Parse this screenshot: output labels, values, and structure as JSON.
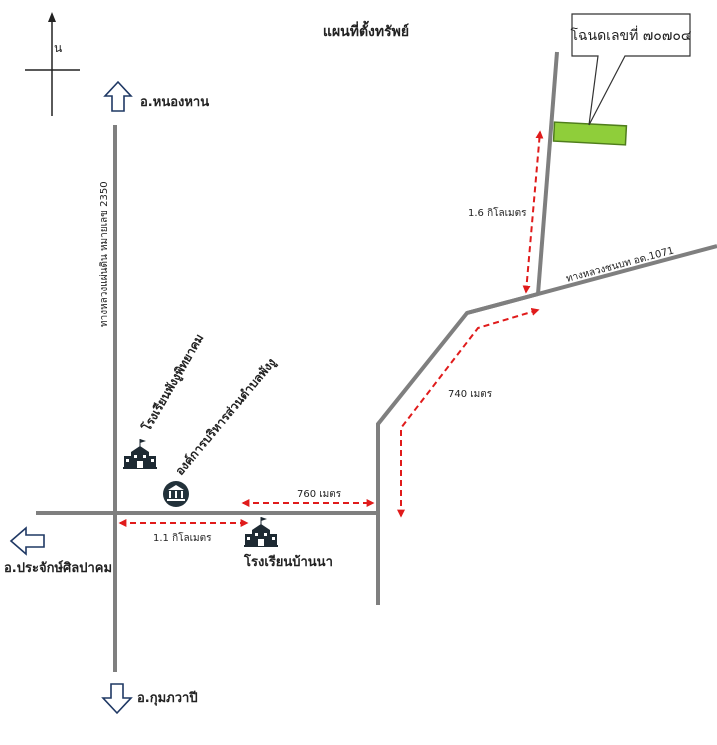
{
  "title": "แผนที่ตั้งทรัพย์",
  "deed_label": "โฉนดเลขที่ ๗๐๗๐๔",
  "compass_letter": "น",
  "directions": {
    "north": "อ.หนองหาน",
    "west": "อ.ประจักษ์ศิลปาคม",
    "south": "อ.กุมภวาปี"
  },
  "roads": {
    "highway_2350": "ทางหลวงแผ่นดิน หมายเลข 2350",
    "rural_1071": "ทางหลวงชนบท อด.1071"
  },
  "places": {
    "school_phangngu": "โรงเรียนพังงูพิทยาคม",
    "sao_phangngu": "องค์การบริหารส่วนตำบลพังงู",
    "school_bannna": "โรงเรียนบ้านนา"
  },
  "distances": {
    "d_1_1km": "1.1 กิโลเมตร",
    "d_760m": "760 เมตร",
    "d_740m": "740 เมตร",
    "d_1_6km": "1.6 กิโลเมตร"
  },
  "colors": {
    "road": "#7f7f7f",
    "route": "#e01b1b",
    "parcel": "#8fce3a",
    "icon": "#1e2a33"
  }
}
